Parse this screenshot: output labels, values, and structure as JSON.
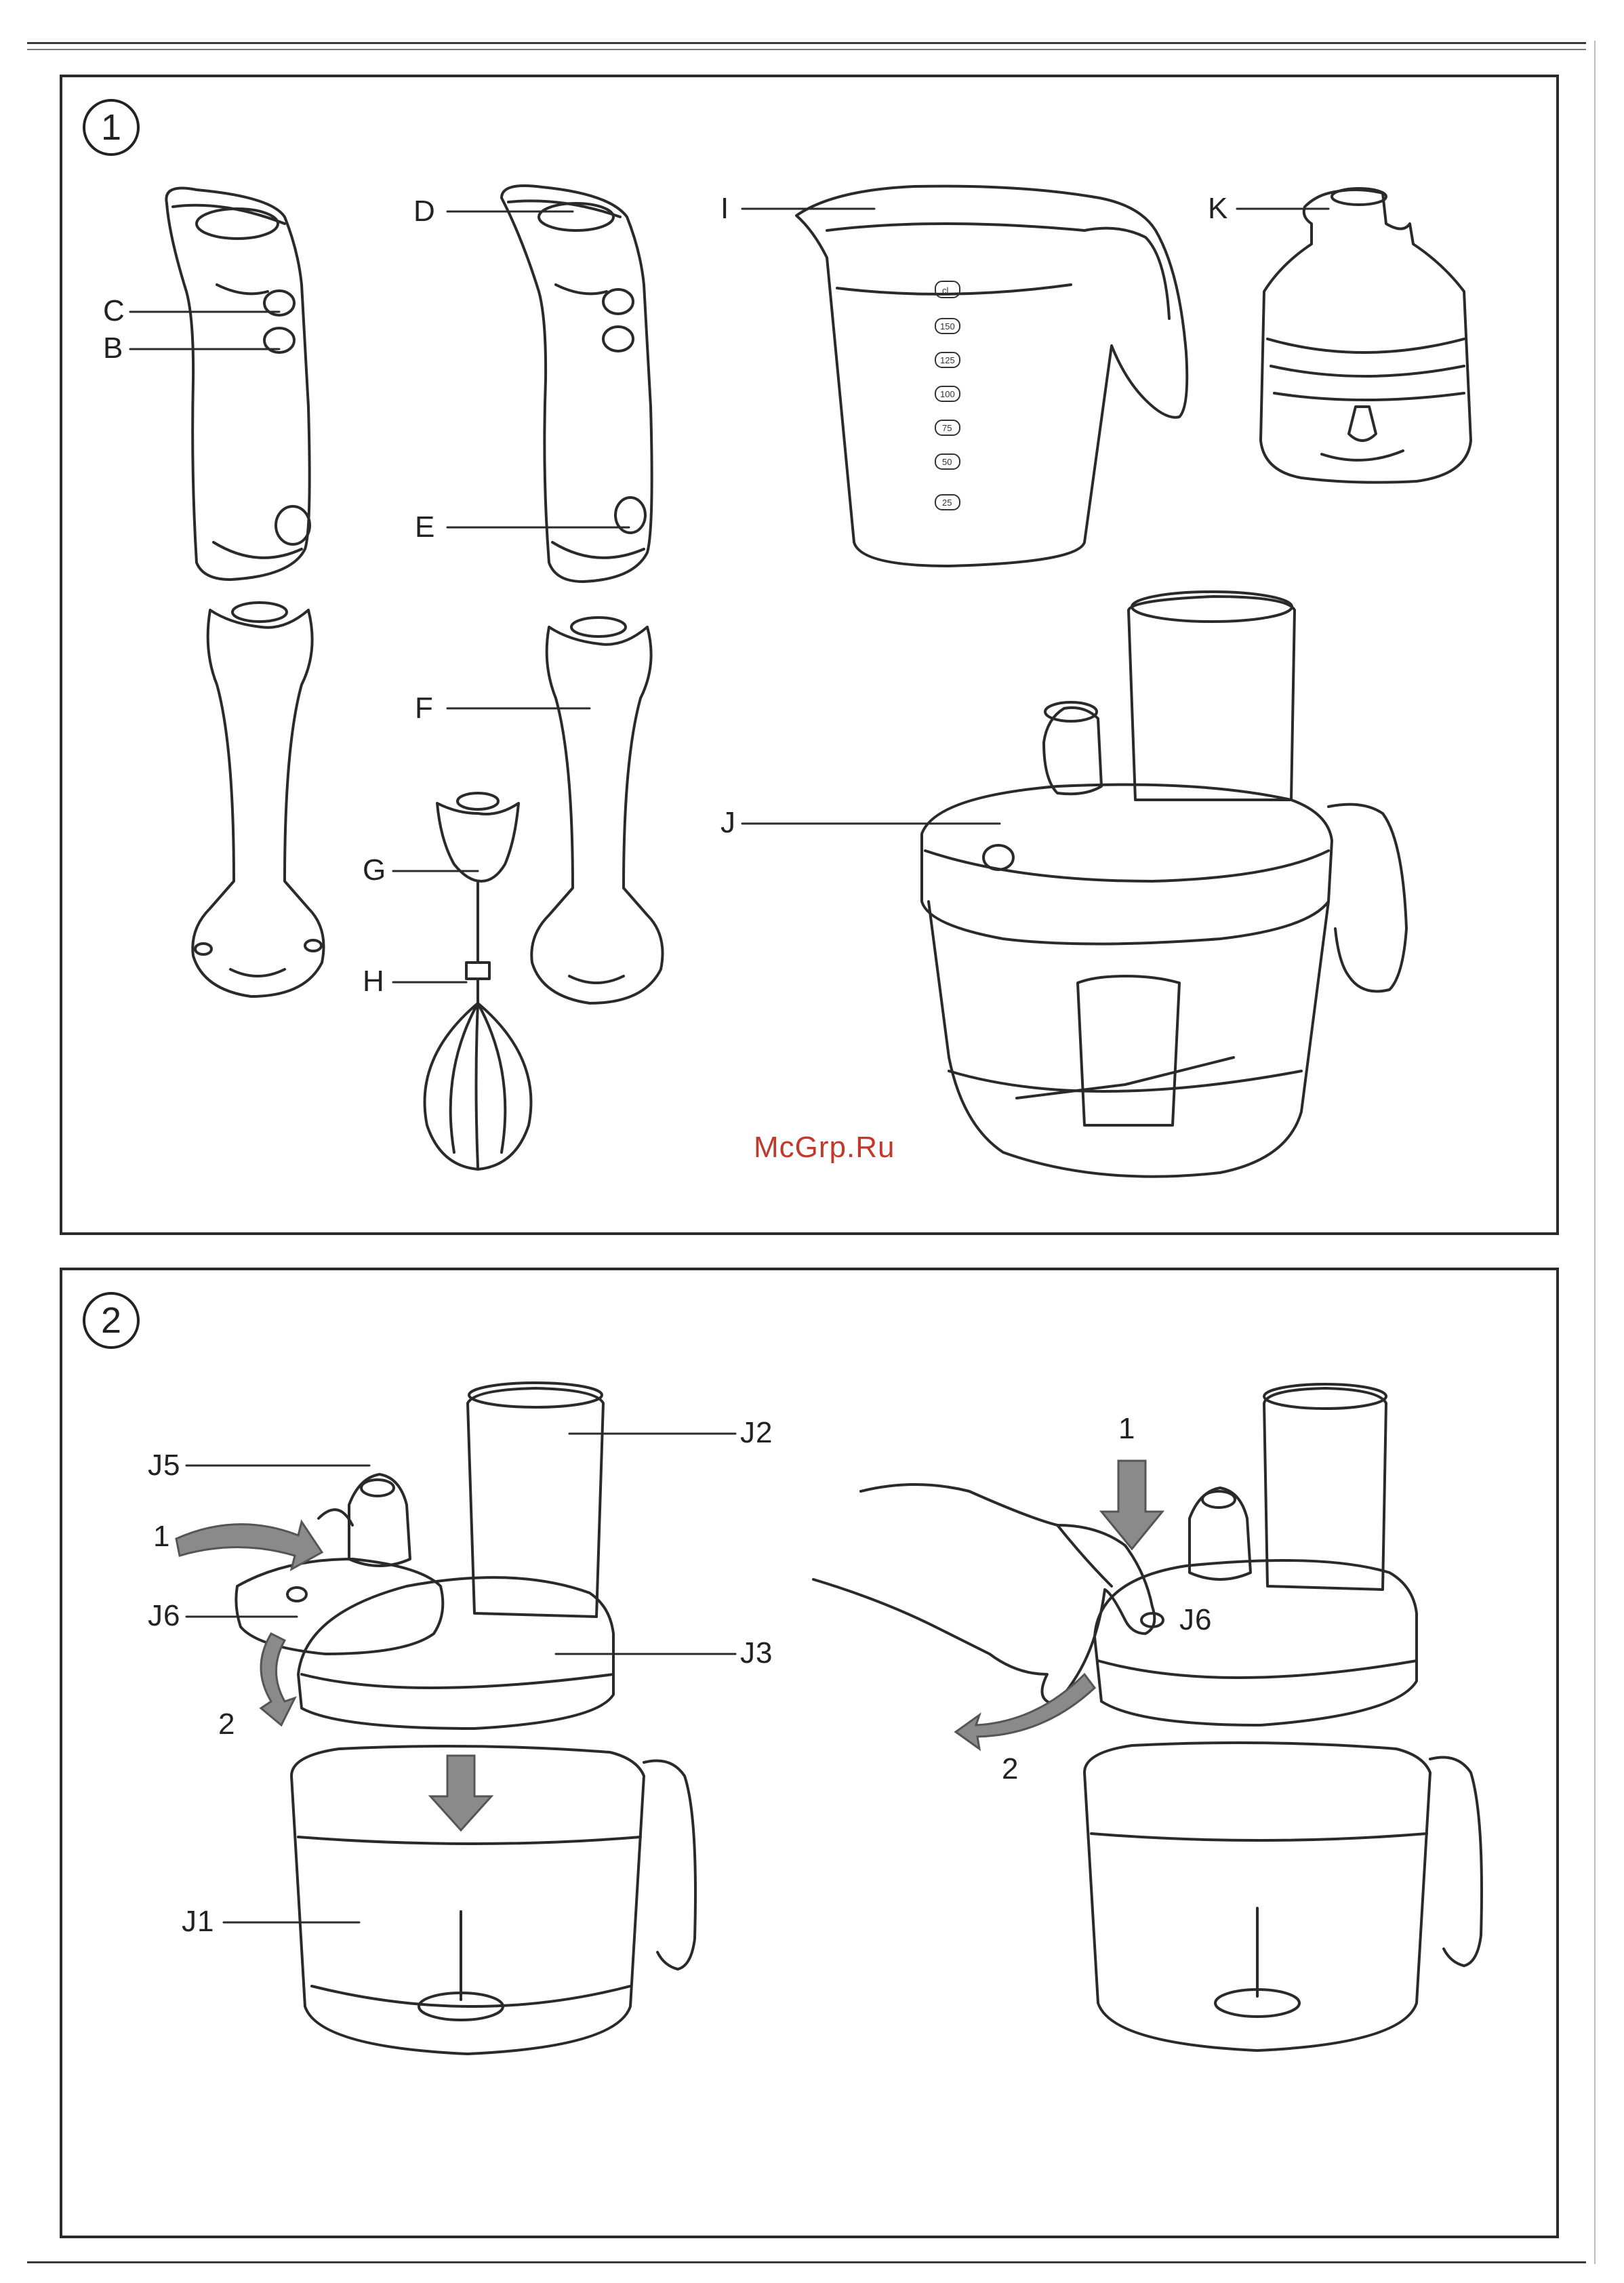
{
  "panels": [
    {
      "number": "1"
    },
    {
      "number": "2"
    }
  ],
  "watermark": "McGrp.Ru",
  "panel1_labels": {
    "C": "C",
    "B": "B",
    "D": "D",
    "E": "E",
    "F": "F",
    "G": "G",
    "H": "H",
    "I": "I",
    "J": "J",
    "K": "K"
  },
  "jug_marks": [
    "cl",
    "150",
    "125",
    "100",
    "75",
    "50",
    "25"
  ],
  "panel2_labels": {
    "J5": "J5",
    "J6_left": "J6",
    "J2": "J2",
    "J3": "J3",
    "J1": "J1",
    "arrow1_left": "1",
    "arrow2_left": "2",
    "arrow1_right": "1",
    "J6_right": "J6",
    "arrow2_right": "2"
  },
  "colors": {
    "line": "#2a2a2a",
    "watermark": "#c0392b",
    "arrow": "#8a8a8a"
  }
}
